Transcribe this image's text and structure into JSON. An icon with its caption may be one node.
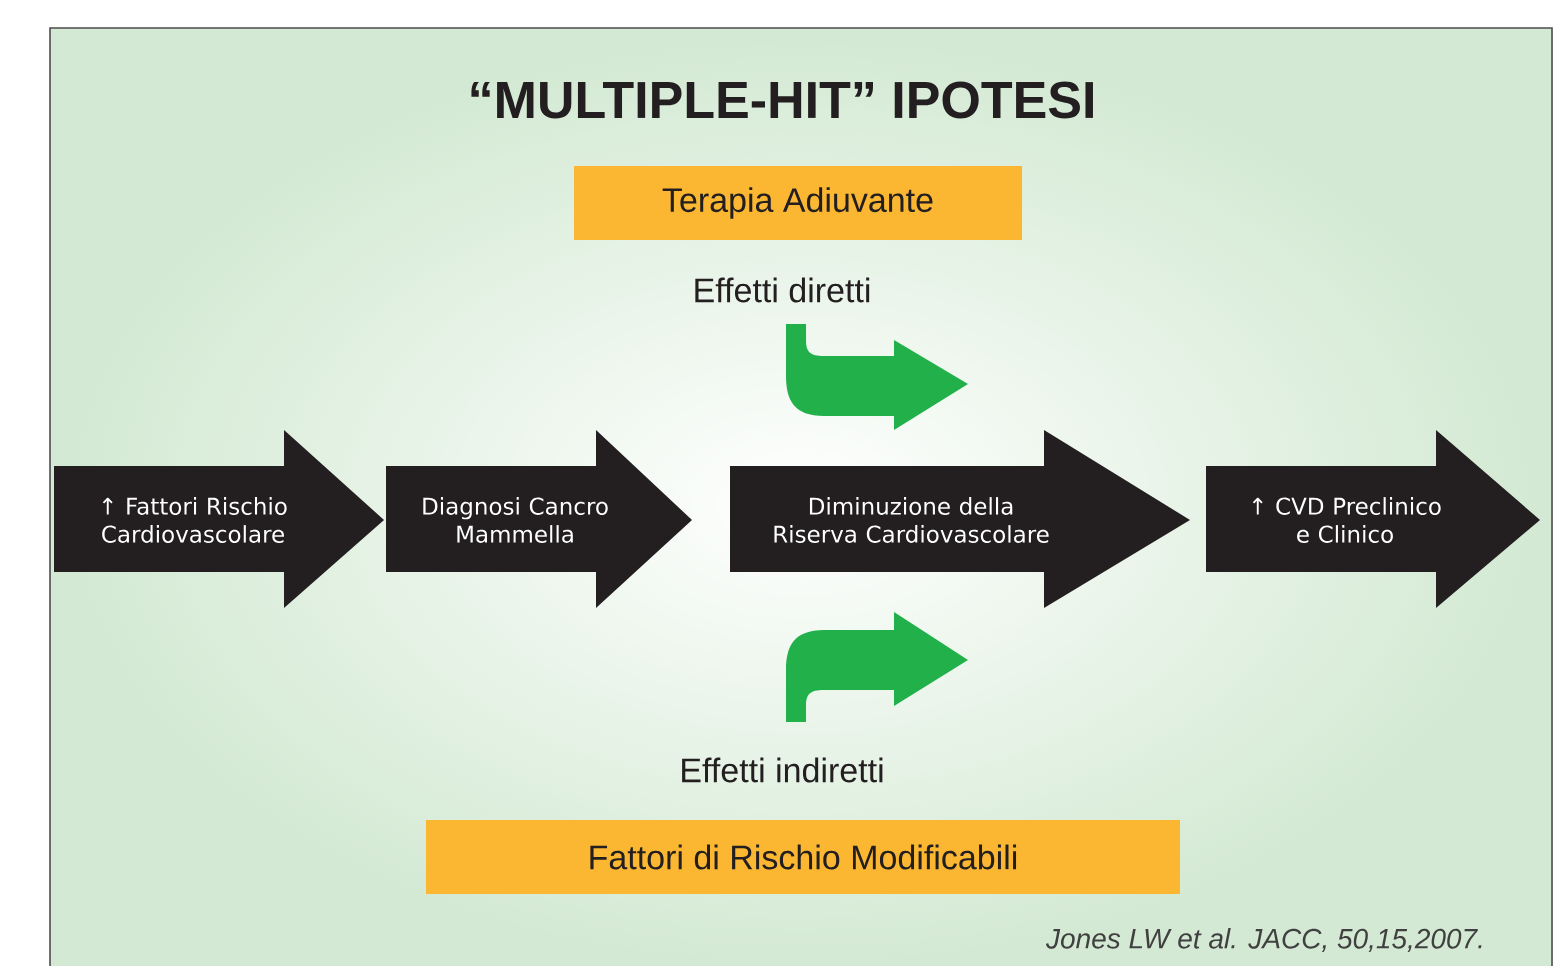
{
  "diagram": {
    "title": "“MULTIPLE-HIT” IPOTESI",
    "nodes": [
      {
        "text": [
          "Terapia Adiuvante"
        ]
      },
      {
        "text": [
          "↑ Fattori Rischio Cardiovascolare"
        ]
      },
      {
        "text": [
          "Diagnosi Cancro Mammella"
        ]
      },
      {
        "text": [
          "Diminuzione della Riserva Cardiovascolare"
        ]
      },
      {
        "text": [
          "↑ CVD Preclinico e Clinico"
        ]
      },
      {
        "text": [
          "Fattori di Rischio Modificabili"
        ]
      }
    ],
    "labels": [
      "Effetti diretti",
      "Effetti indiretti"
    ],
    "caption": "Jones LW et al. JACC, 50,15,2007."
  }
}
